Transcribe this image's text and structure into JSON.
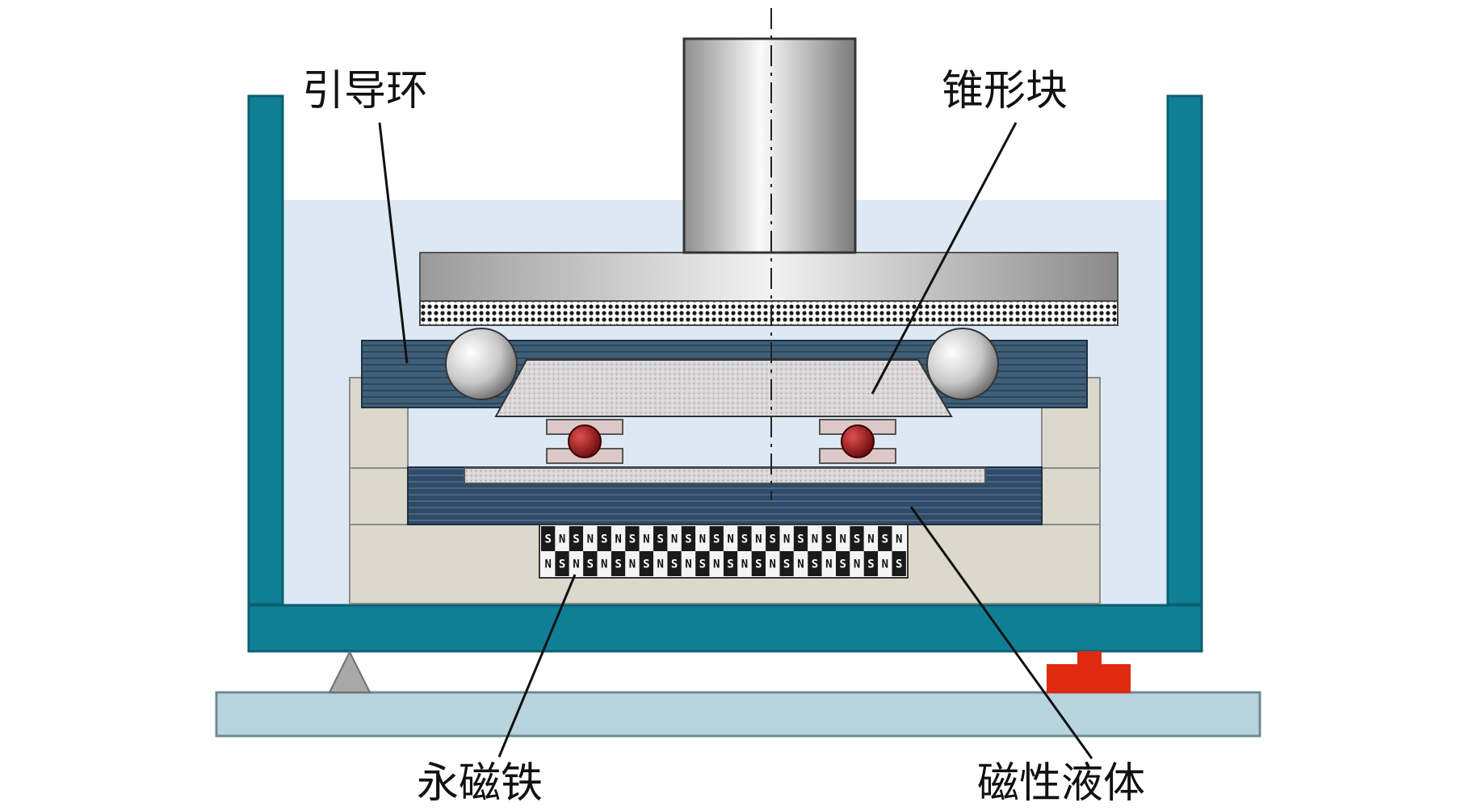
{
  "labels": {
    "guide_ring": "引导环",
    "cone_block": "锥形块",
    "permanent_magnet": "永磁铁",
    "magnetic_fluid": "磁性液体"
  },
  "magnet_array": {
    "row_top": "SNSNSNSNSNSNSNSNSNSNSNSNSN",
    "row_bottom": "NSNSNSNSNSNSNSNSNSNSNSNSNS"
  },
  "colors": {
    "container": "#0f7f96",
    "container_edge": "#0b5f72",
    "fluid": "#dce8f4",
    "base_plate": "#b8d4dc",
    "stand": "#dcd8cc",
    "guide_ring": "#3f5f78",
    "magnetic_fluid_layer": "#2f4b68",
    "ball_red": "#a02020",
    "red_block": "#e02a10",
    "support": "#a8a8a8"
  }
}
